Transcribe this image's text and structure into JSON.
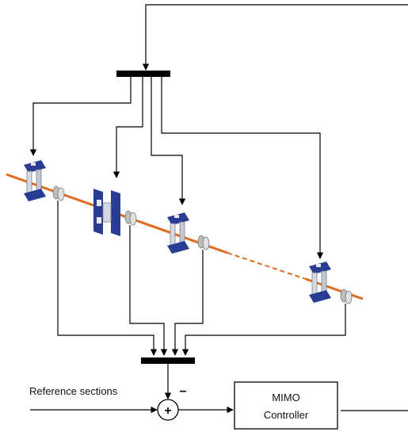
{
  "labels": {
    "reference": "Reference sections",
    "summing_plus": "+",
    "summing_minus": "−",
    "controller_line1": "MIMO",
    "controller_line2": "Controller"
  },
  "colors": {
    "beamline": "#e06a1e",
    "magnet_blue": "#2a3d94",
    "magnet_coil": "#d6d9e0",
    "wire": "#000000",
    "bus_bar": "#000000",
    "monitor_grey": "#c8c8c8"
  },
  "icons": {
    "corrector_magnet": "corrector-magnet-icon",
    "beam_monitor": "beam-position-monitor-icon",
    "distribution_bus": "distribution-bus-icon",
    "collector_bus": "collector-bus-icon",
    "summing_junction": "summing-junction-icon",
    "controller_block": "controller-block-icon"
  }
}
